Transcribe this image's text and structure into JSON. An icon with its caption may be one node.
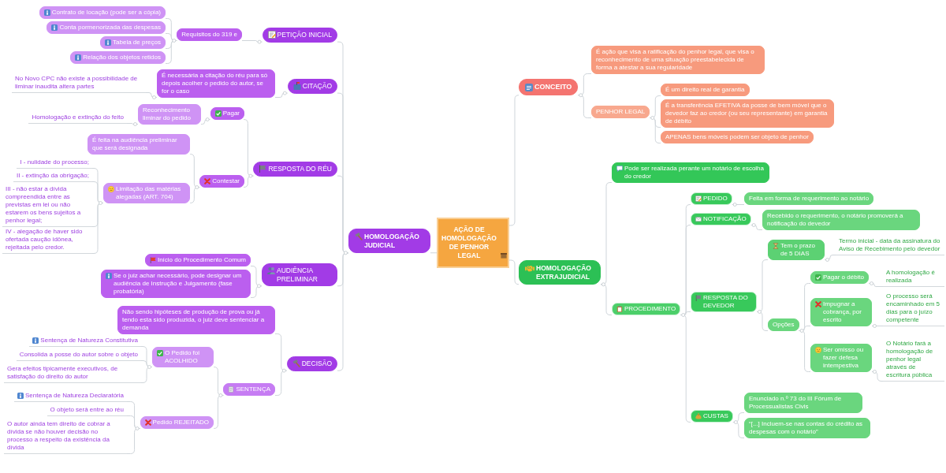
{
  "diagram": {
    "nodes": [
      {
        "text": [
          "AÇÃO DE HOMOLOGAÇÃO DE PENHOR LEGAL"
        ]
      },
      {
        "text": [
          "HOMOLOGAÇÃO JUDICIAL"
        ]
      },
      {
        "text": [
          "PETIÇÃO INICIAL"
        ]
      },
      {
        "text": [
          "Requisitos do 319 e"
        ]
      },
      {
        "text": [
          "Contrato de locação (pode ser a cópia)"
        ]
      },
      {
        "text": [
          "Conta pormenorizada das despesas"
        ]
      },
      {
        "text": [
          "Tabela de preços"
        ]
      },
      {
        "text": [
          "Relação dos objetos retidos"
        ]
      },
      {
        "text": [
          "CITAÇÃO"
        ]
      },
      {
        "text": [
          "É necessária a citação do réu para só depois acolher o pedido do autor, se for o caso"
        ]
      },
      {
        "text": [
          "No Novo CPC não existe a possibilidade de liminar inaudita altera partes"
        ]
      },
      {
        "text": [
          "RESPOSTA DO RÉU"
        ]
      },
      {
        "text": [
          "Pagar"
        ]
      },
      {
        "text": [
          "Reconhecimento liminar do pedido"
        ]
      },
      {
        "text": [
          "Homologação e extinção do feito"
        ]
      },
      {
        "text": [
          "Contestar"
        ]
      },
      {
        "text": [
          "É feita na audiência preliminar que será designada"
        ]
      },
      {
        "text": [
          "Limitação das matérias alegadas (ART. 704)"
        ]
      },
      {
        "text": [
          "I - nulidade do processo;"
        ]
      },
      {
        "text": [
          "II - extinção da obrigação;"
        ]
      },
      {
        "text": [
          "III - não estar a dívida compreendida entre as previstas em lei ou não estarem os bens sujeitos a penhor legal;"
        ]
      },
      {
        "text": [
          "IV - alegação de haver sido ofertada caução idônea, rejeitada pelo credor."
        ]
      },
      {
        "text": [
          "AUDIÊNCIA PRELIMINAR"
        ]
      },
      {
        "text": [
          "Início do Procedimento Comum"
        ]
      },
      {
        "text": [
          "Se o juiz achar necessário, pode designar um audiência de Instrução e Julgamento (fase probatória)"
        ]
      },
      {
        "text": [
          "DECISÃO"
        ]
      },
      {
        "text": [
          "Não sendo hipóteses de produção de prova ou já tendo esta sido produzida, o juiz deve sentenciar a demanda"
        ]
      },
      {
        "text": [
          "SENTENÇA"
        ]
      },
      {
        "text": [
          "O Pedido foi ACOLHIDO"
        ]
      },
      {
        "text": [
          "Sentença de Natureza Constitutiva"
        ]
      },
      {
        "text": [
          "Consolida a posse do autor sobre o objeto"
        ]
      },
      {
        "text": [
          "Gera efeitos tipicamente executivos, de satisfação do direito do autor"
        ]
      },
      {
        "text": [
          "Pedido REJEITADO"
        ]
      },
      {
        "text": [
          "Sentença de Natureza Declaratória"
        ]
      },
      {
        "text": [
          "O objeto será entre ao réu"
        ]
      },
      {
        "text": [
          "O autor ainda tem direito de cobrar a dívida se não houver decisão no processo a respeito da existência da dívida"
        ]
      },
      {
        "text": [
          "CONCEITO"
        ]
      },
      {
        "text": [
          "É ação que visa a ratificação do penhor legal, que visa o reconhecimento de uma situação preestabelecida de forma a atestar a sua regularidade"
        ]
      },
      {
        "text": [
          "PENHOR LEGAL"
        ]
      },
      {
        "text": [
          "É um direito real de garantia"
        ]
      },
      {
        "text": [
          "É a transferência EFETIVA da posse de bem móvel que o devedor faz ao credor (ou seu representante) em garantia de débito"
        ]
      },
      {
        "text": [
          "APENAS bens móveis podem ser objeto de penhor"
        ]
      },
      {
        "text": [
          "HOMOLOGAÇÃO EXTRAJUDICIAL"
        ]
      },
      {
        "text": [
          "Pode ser realizada perante um notário de escolha do credor"
        ]
      },
      {
        "text": [
          "PROCEDIMENTO"
        ]
      },
      {
        "text": [
          "PEDIDO"
        ]
      },
      {
        "text": [
          "Feita em forma de requerimento ao notário"
        ]
      },
      {
        "text": [
          "NOTIFICAÇÃO"
        ]
      },
      {
        "text": [
          "Recebido o requerimento, o notário promoverá a notificação do devedor"
        ]
      },
      {
        "text": [
          "RESPOSTA DO DEVEDOR"
        ]
      },
      {
        "text": [
          "Tem o prazo de 5 DIAS"
        ]
      },
      {
        "text": [
          "Termo inicial - data da assinatura do Aviso de Recebimento pelo devedor"
        ]
      },
      {
        "text": [
          "Opções"
        ]
      },
      {
        "text": [
          "Pagar o débito"
        ]
      },
      {
        "text": [
          "A homologação é realizada"
        ]
      },
      {
        "text": [
          "Impugnar a cobrança, por escrito"
        ]
      },
      {
        "text": [
          "O processo será encaminhado em 5 dias para o juízo competente"
        ]
      },
      {
        "text": [
          "Ser omisso ou fazer defesa intempestiva"
        ]
      },
      {
        "text": [
          "O Notário fará a homologação de penhor legal através de escritura pública"
        ]
      },
      {
        "text": [
          "CUSTAS"
        ]
      },
      {
        "text": [
          "Enunciado n.º 73 do III Fórum de Processualistas Civis"
        ]
      },
      {
        "text": [
          "“[...] Incluem-se nas contas do crédito as despesas com o notário”"
        ]
      }
    ],
    "edges": [
      {
        "from": 0,
        "to": 1,
        "arrow": "none"
      },
      {
        "from": 1,
        "to": 2,
        "arrow": "none"
      },
      {
        "from": 2,
        "to": 3,
        "arrow": "none"
      },
      {
        "from": 3,
        "to": 4,
        "arrow": "none"
      },
      {
        "from": 3,
        "to": 5,
        "arrow": "none"
      },
      {
        "from": 3,
        "to": 6,
        "arrow": "none"
      },
      {
        "from": 3,
        "to": 7,
        "arrow": "none"
      },
      {
        "from": 1,
        "to": 8,
        "arrow": "none"
      },
      {
        "from": 8,
        "to": 9,
        "arrow": "none"
      },
      {
        "from": 9,
        "to": 10,
        "arrow": "none"
      },
      {
        "from": 1,
        "to": 11,
        "arrow": "none"
      },
      {
        "from": 11,
        "to": 12,
        "arrow": "none"
      },
      {
        "from": 12,
        "to": 13,
        "arrow": "none"
      },
      {
        "from": 13,
        "to": 14,
        "arrow": "none"
      },
      {
        "from": 11,
        "to": 15,
        "arrow": "none"
      },
      {
        "from": 15,
        "to": 16,
        "arrow": "none"
      },
      {
        "from": 15,
        "to": 17,
        "arrow": "none"
      },
      {
        "from": 17,
        "to": 18,
        "arrow": "none"
      },
      {
        "from": 17,
        "to": 19,
        "arrow": "none"
      },
      {
        "from": 17,
        "to": 20,
        "arrow": "none"
      },
      {
        "from": 17,
        "to": 21,
        "arrow": "none"
      },
      {
        "from": 1,
        "to": 22,
        "arrow": "none"
      },
      {
        "from": 22,
        "to": 23,
        "arrow": "none"
      },
      {
        "from": 22,
        "to": 24,
        "arrow": "none"
      },
      {
        "from": 1,
        "to": 25,
        "arrow": "none"
      },
      {
        "from": 25,
        "to": 26,
        "arrow": "none"
      },
      {
        "from": 25,
        "to": 27,
        "arrow": "none"
      },
      {
        "from": 27,
        "to": 28,
        "arrow": "none"
      },
      {
        "from": 28,
        "to": 29,
        "arrow": "none"
      },
      {
        "from": 28,
        "to": 30,
        "arrow": "none"
      },
      {
        "from": 28,
        "to": 31,
        "arrow": "none"
      },
      {
        "from": 27,
        "to": 32,
        "arrow": "none"
      },
      {
        "from": 32,
        "to": 33,
        "arrow": "none"
      },
      {
        "from": 32,
        "to": 34,
        "arrow": "none"
      },
      {
        "from": 32,
        "to": 35,
        "arrow": "none"
      },
      {
        "from": 0,
        "to": 36,
        "arrow": "none"
      },
      {
        "from": 36,
        "to": 37,
        "arrow": "none"
      },
      {
        "from": 36,
        "to": 38,
        "arrow": "none"
      },
      {
        "from": 38,
        "to": 39,
        "arrow": "none"
      },
      {
        "from": 38,
        "to": 40,
        "arrow": "none"
      },
      {
        "from": 38,
        "to": 41,
        "arrow": "none"
      },
      {
        "from": 0,
        "to": 42,
        "arrow": "none"
      },
      {
        "from": 42,
        "to": 43,
        "arrow": "none"
      },
      {
        "from": 42,
        "to": 44,
        "arrow": "none"
      },
      {
        "from": 44,
        "to": 45,
        "arrow": "none"
      },
      {
        "from": 45,
        "to": 46,
        "arrow": "none"
      },
      {
        "from": 44,
        "to": 47,
        "arrow": "none"
      },
      {
        "from": 47,
        "to": 48,
        "arrow": "none"
      },
      {
        "from": 44,
        "to": 49,
        "arrow": "none"
      },
      {
        "from": 49,
        "to": 50,
        "arrow": "none"
      },
      {
        "from": 50,
        "to": 51,
        "arrow": "none"
      },
      {
        "from": 49,
        "to": 52,
        "arrow": "none"
      },
      {
        "from": 52,
        "to": 53,
        "arrow": "none"
      },
      {
        "from": 53,
        "to": 54,
        "arrow": "none"
      },
      {
        "from": 52,
        "to": 55,
        "arrow": "none"
      },
      {
        "from": 55,
        "to": 56,
        "arrow": "none"
      },
      {
        "from": 52,
        "to": 57,
        "arrow": "none"
      },
      {
        "from": 57,
        "to": 58,
        "arrow": "none"
      },
      {
        "from": 44,
        "to": 59,
        "arrow": "none"
      },
      {
        "from": 59,
        "to": 60,
        "arrow": "none"
      },
      {
        "from": 59,
        "to": 61,
        "arrow": "none"
      }
    ]
  }
}
